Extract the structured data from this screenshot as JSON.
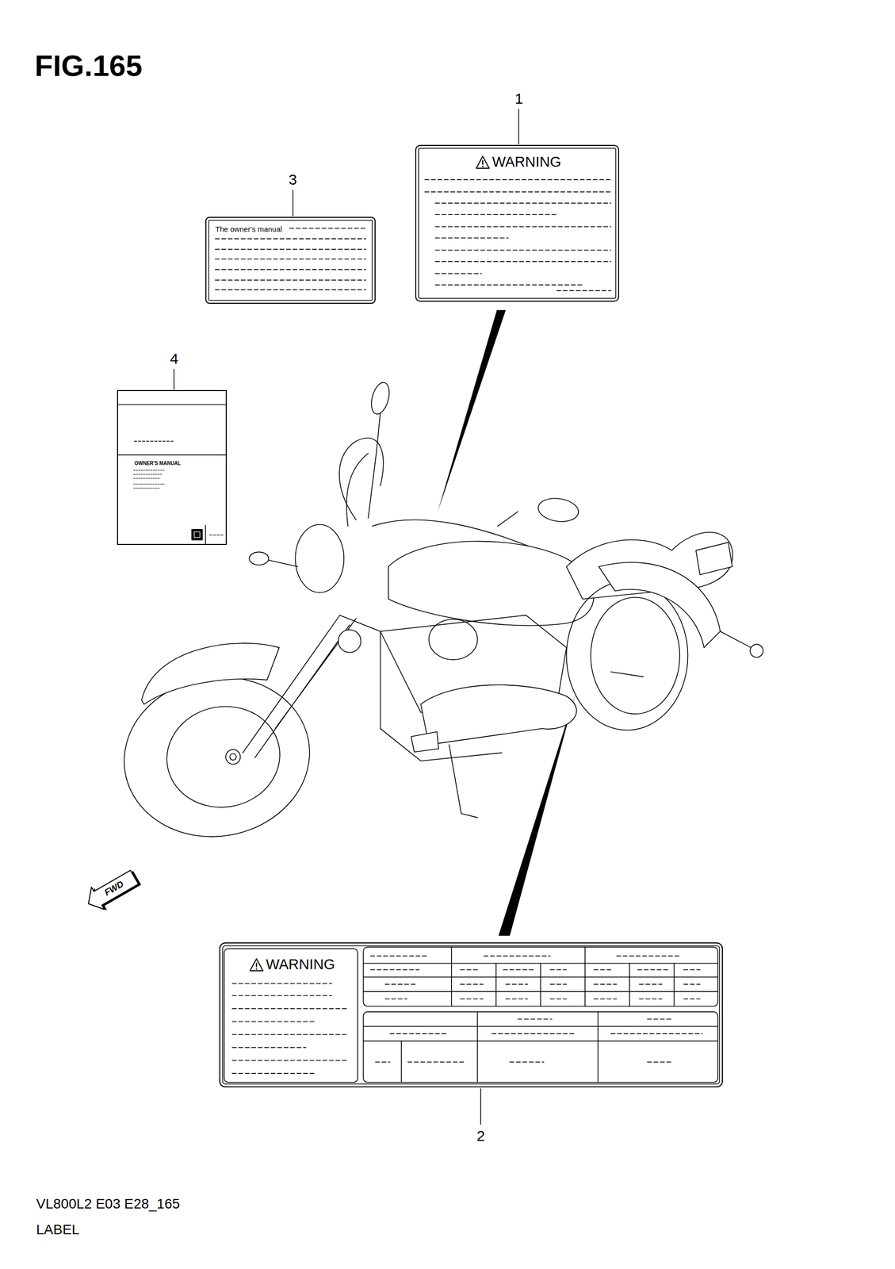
{
  "diagram": {
    "title": "FIG.165",
    "nodes": [
      {
        "text": [
          "WARNING"
        ]
      },
      {
        "text": [
          "The owner's manual"
        ]
      },
      {
        "text": [
          "OWNER'S MANUAL"
        ]
      },
      {
        "text": [
          "WARNING"
        ]
      }
    ],
    "labels": [
      "1",
      "3",
      "4",
      "2",
      "FWD",
      "VL800L2 E03 E28_165",
      "LABEL"
    ]
  }
}
